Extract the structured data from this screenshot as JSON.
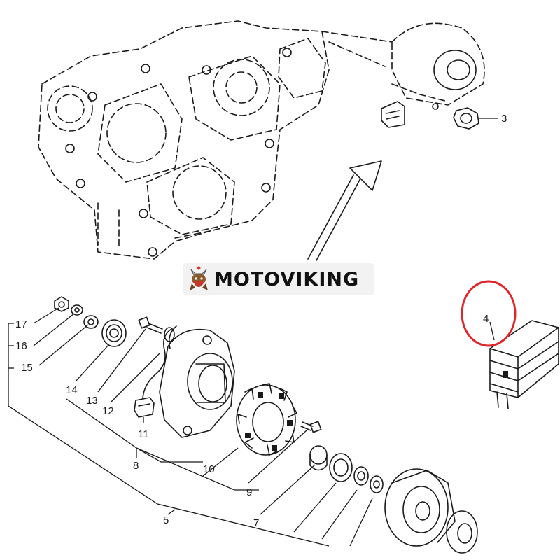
{
  "watermark": {
    "brand": "MOTOVIKING",
    "logo_icon": "viking-mascot-icon"
  },
  "highlight_color": "#e0252b",
  "callouts": {
    "c3": "3",
    "c4": "4",
    "c5": "5",
    "c7": "7",
    "c8": "8",
    "c9": "9",
    "c10": "10",
    "c11": "11",
    "c12": "12",
    "c13": "13",
    "c14": "14",
    "c15": "15",
    "c16": "16",
    "c17": "17"
  }
}
